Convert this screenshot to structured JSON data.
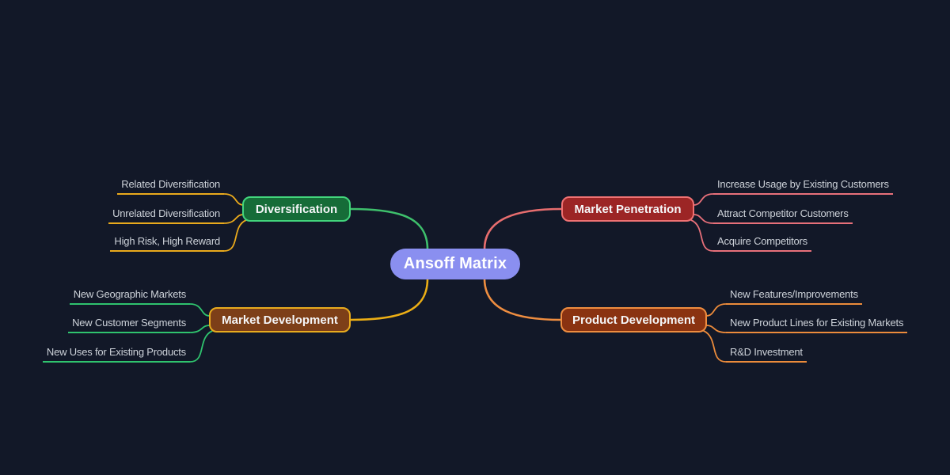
{
  "canvas": {
    "background": "#121828",
    "leaf_text_color": "#cdd2d9",
    "node_text_color": "#f5f6f8"
  },
  "root": {
    "label": "Ansoff Matrix",
    "fill": "#8a8ff0",
    "text_color": "#ffffff"
  },
  "branches": [
    {
      "label": "Diversification",
      "side": "left",
      "position": "top",
      "node_fill": "#166c38",
      "node_border": "#42d57c",
      "link_color": "#3ec06c",
      "leaf_link_color": "#eaaa1c",
      "leaves": [
        "Related Diversification",
        "Unrelated Diversification",
        "High Risk, High Reward"
      ]
    },
    {
      "label": "Market Penetration",
      "side": "right",
      "position": "top",
      "node_fill": "#9c2525",
      "node_border": "#ef7173",
      "link_color": "#e76d6e",
      "leaf_link_color": "#e8707a",
      "leaves": [
        "Increase Usage by Existing Customers",
        "Attract Competitor Customers",
        "Acquire Competitors"
      ]
    },
    {
      "label": "Market Development",
      "side": "left",
      "position": "bottom",
      "node_fill": "#7d3f18",
      "node_border": "#e8ab1e",
      "link_color": "#ecae15",
      "leaf_link_color": "#2fc36e",
      "leaves": [
        "New Geographic Markets",
        "New Customer Segments",
        "New Uses for Existing Products"
      ]
    },
    {
      "label": "Product Development",
      "side": "right",
      "position": "bottom",
      "node_fill": "#8a3311",
      "node_border": "#ee8d40",
      "link_color": "#ee8d40",
      "leaf_link_color": "#ec8b3b",
      "leaves": [
        "New Features/Improvements",
        "New Product Lines for Existing Markets",
        "R&D Investment"
      ]
    }
  ]
}
